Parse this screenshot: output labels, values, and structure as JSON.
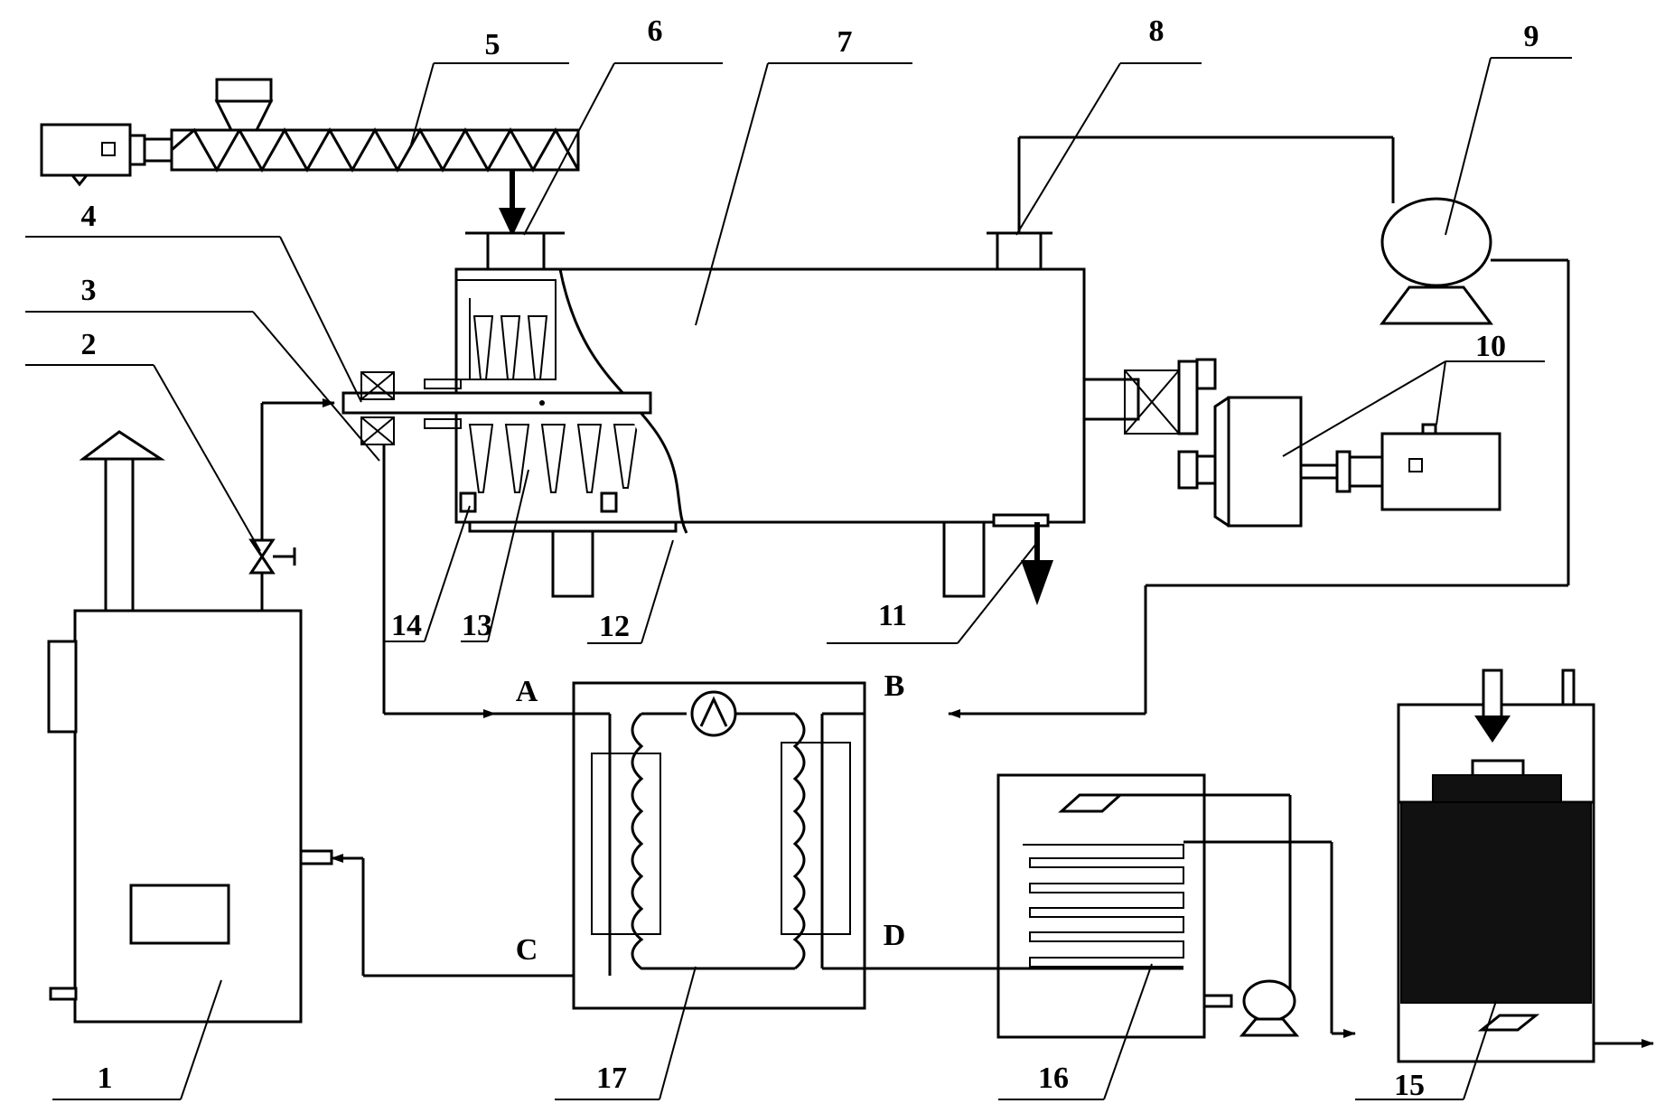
{
  "labels": {
    "n1": "1",
    "n2": "2",
    "n3": "3",
    "n4": "4",
    "n5": "5",
    "n6": "6",
    "n7": "7",
    "n8": "8",
    "n9": "9",
    "n10": "10",
    "n11": "11",
    "n12": "12",
    "n13": "13",
    "n14": "14",
    "n15": "15",
    "n16": "16",
    "n17": "17"
  },
  "ports": {
    "a": "A",
    "b": "B",
    "c": "C",
    "d": "D"
  }
}
